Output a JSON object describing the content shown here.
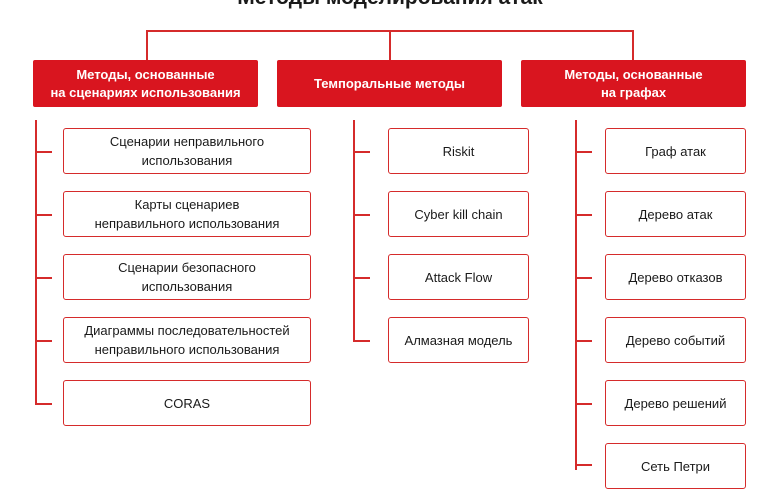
{
  "title": "Методы моделирования атак",
  "columns": [
    {
      "header": "Методы, основанные\nна сценариях использования",
      "items": [
        "Сценарии неправильного\nиспользования",
        "Карты сценариев\nнеправильного использования",
        "Сценарии безопасного\nиспользования",
        "Диаграммы последовательностей\nнеправильного использования",
        "CORAS"
      ]
    },
    {
      "header": "Темпоральные методы",
      "items": [
        "Riskit",
        "Cyber kill chain",
        "Attack Flow",
        "Алмазная модель"
      ]
    },
    {
      "header": "Методы, основанные\nна графах",
      "items": [
        "Граф атак",
        "Дерево атак",
        "Дерево отказов",
        "Дерево событий",
        "Дерево решений",
        "Сеть Петри"
      ]
    }
  ]
}
